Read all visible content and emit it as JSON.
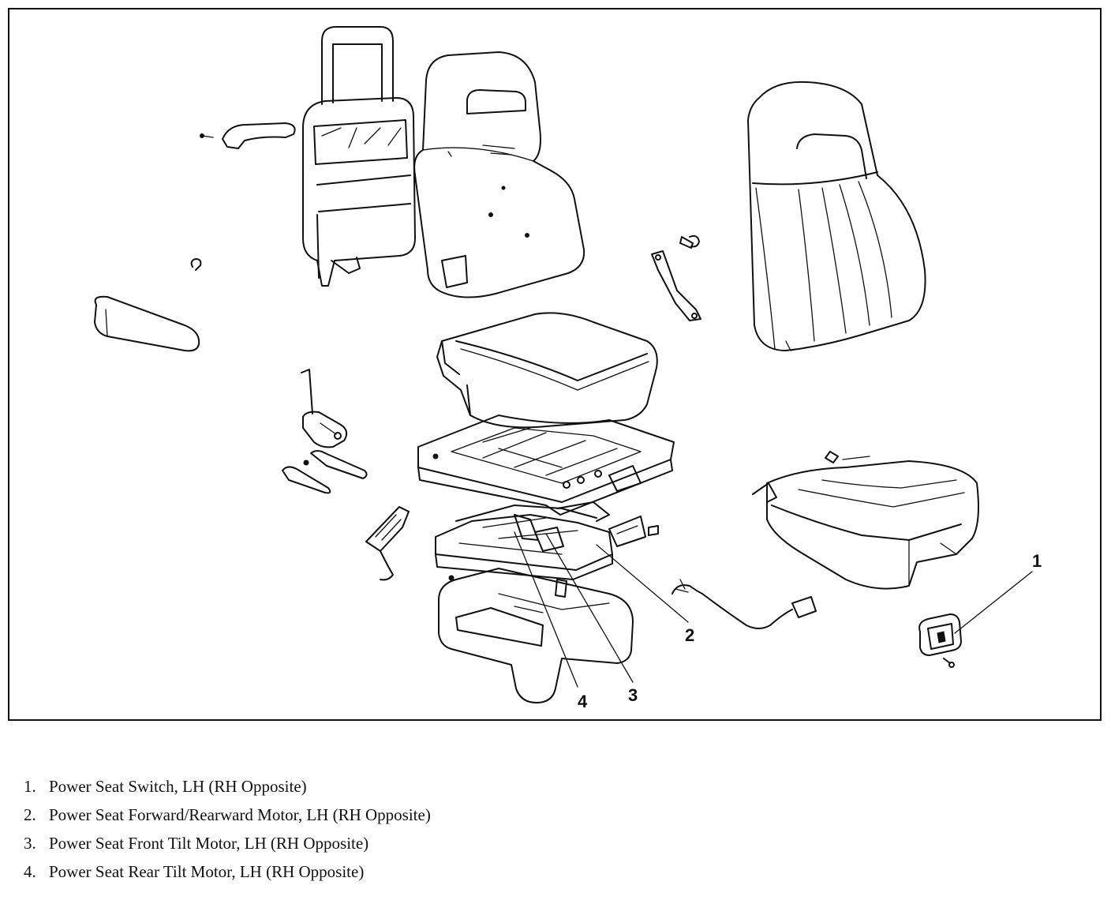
{
  "callouts": [
    {
      "number": "1"
    },
    {
      "number": "2"
    },
    {
      "number": "3"
    },
    {
      "number": "4"
    }
  ],
  "legend": [
    {
      "number": "1.",
      "text": "Power Seat Switch, LH (RH Opposite)"
    },
    {
      "number": "2.",
      "text": "Power Seat Forward/Rearward Motor, LH (RH Opposite)"
    },
    {
      "number": "3.",
      "text": "Power Seat Front Tilt Motor, LH (RH Opposite)"
    },
    {
      "number": "4.",
      "text": "Power Seat Rear Tilt Motor, LH (RH Opposite)"
    }
  ]
}
